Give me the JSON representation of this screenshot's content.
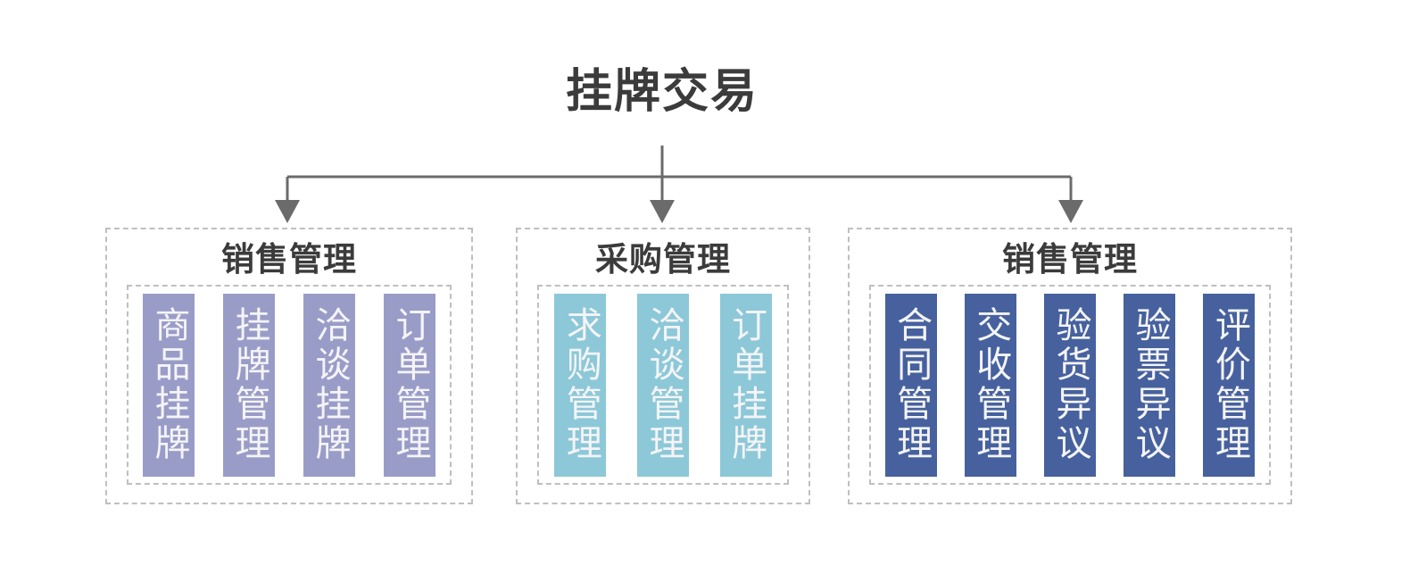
{
  "diagram": {
    "title": "挂牌交易",
    "connector": {
      "line_color": "#6b6b6b",
      "arrow_count": 3,
      "style": "orthogonal-down-arrows"
    },
    "dashed_border_color": "#bfbfbf",
    "title_color": "#3b3b3b",
    "tile_text_color": "#f4f4f6",
    "groups": [
      {
        "title": "销售管理",
        "accent": "#9a9cc8",
        "items": [
          {
            "label": "商品挂牌"
          },
          {
            "label": "挂牌管理"
          },
          {
            "label": "洽谈挂牌"
          },
          {
            "label": "订单管理"
          }
        ]
      },
      {
        "title": "采购管理",
        "accent": "#8cc8d8",
        "items": [
          {
            "label": "求购管理"
          },
          {
            "label": "洽谈管理"
          },
          {
            "label": "订单挂牌"
          }
        ]
      },
      {
        "title": "销售管理",
        "accent": "#46619e",
        "items": [
          {
            "label": "合同管理"
          },
          {
            "label": "交收管理"
          },
          {
            "label": "验货异议"
          },
          {
            "label": "验票异议"
          },
          {
            "label": "评价管理"
          }
        ]
      }
    ]
  }
}
